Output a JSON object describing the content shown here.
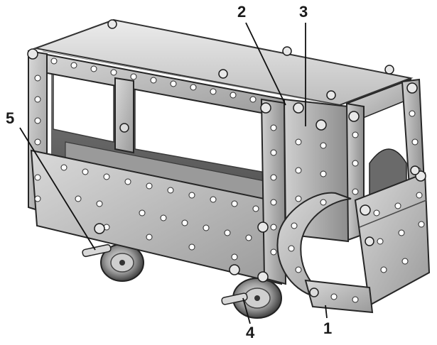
{
  "colors": {
    "background": "#ffffff",
    "metal_light": "#e3e3e3",
    "metal_mid": "#a9a9a9",
    "metal_dark": "#545454",
    "ink": "#141414"
  },
  "callouts": [
    {
      "label": "1"
    },
    {
      "label": "2"
    },
    {
      "label": "3"
    },
    {
      "label": "4"
    },
    {
      "label": "5"
    }
  ]
}
